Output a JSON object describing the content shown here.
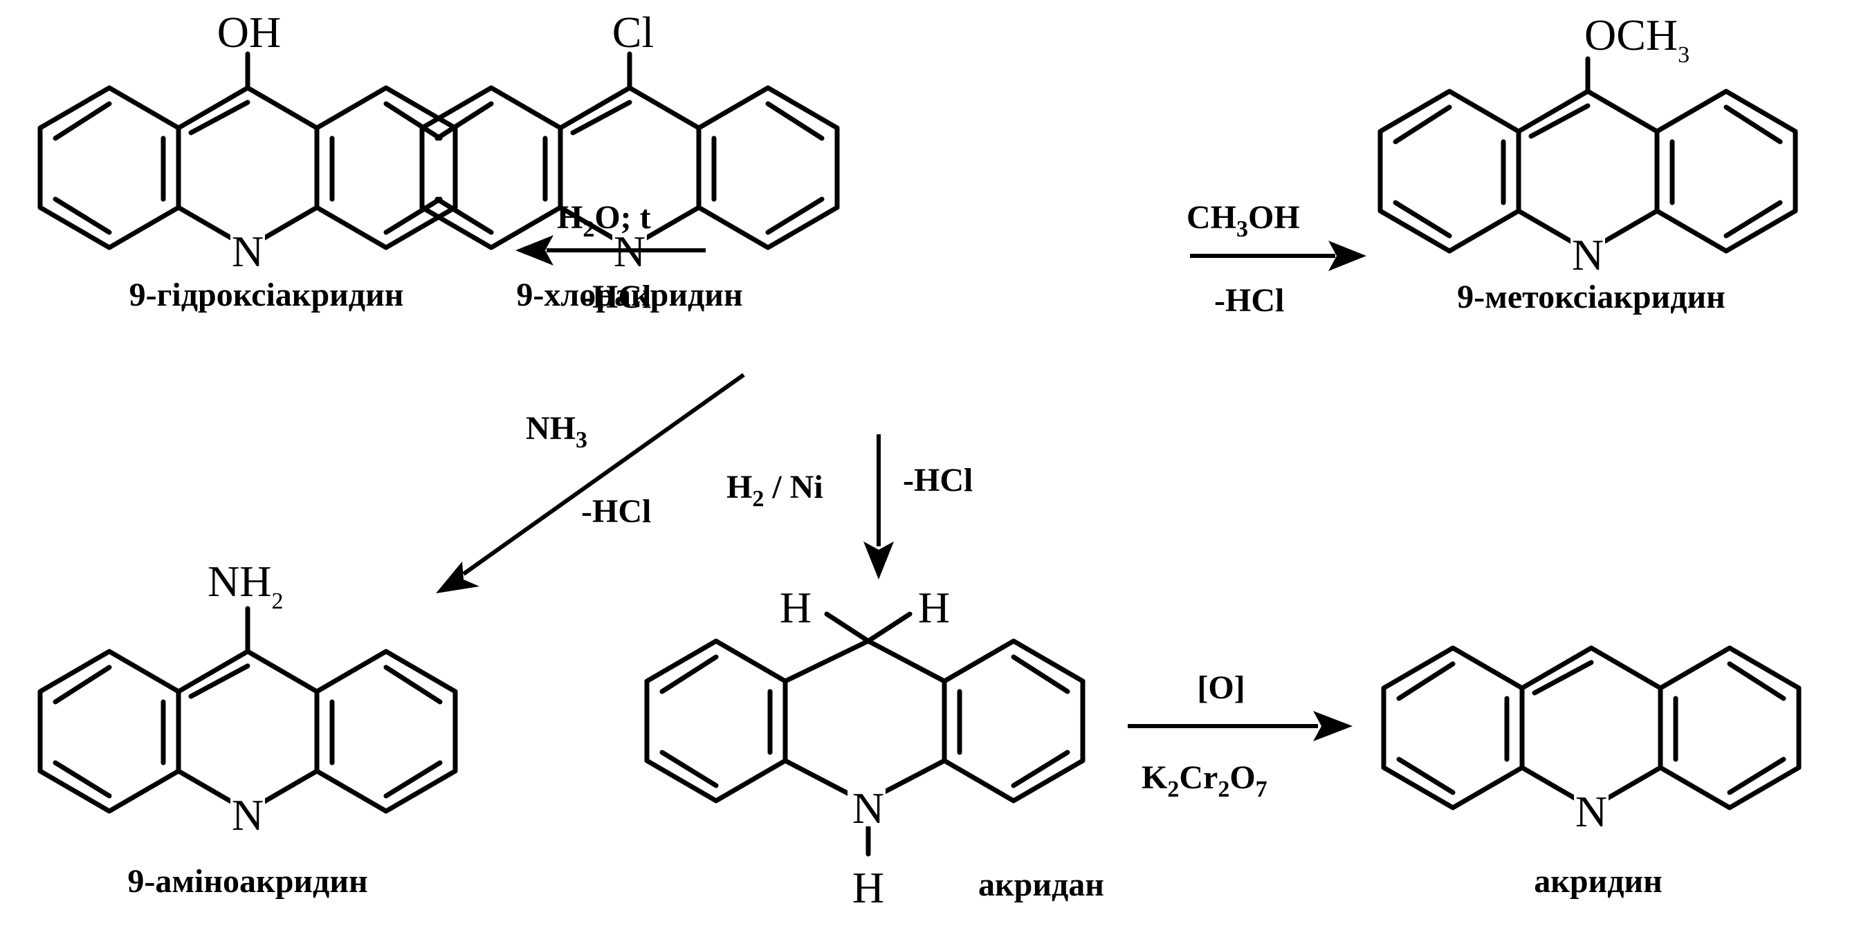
{
  "compounds": {
    "chloro": {
      "substituent": "Cl",
      "ring_atom": "N",
      "name": "9-хлоракридин"
    },
    "hydroxy": {
      "substituent": "OH",
      "ring_atom": "N",
      "name": "9-гідроксіакридин"
    },
    "methoxy": {
      "substituent_main": "OCH",
      "substituent_sub": "3",
      "ring_atom": "N",
      "name": "9-метоксіакридин"
    },
    "amino": {
      "substituent_main": "NH",
      "substituent_sub": "2",
      "ring_atom": "N",
      "name": "9-аміноакридин"
    },
    "acridan": {
      "h_left": "H",
      "h_right": "H",
      "ring_atom": "N",
      "nh": "H",
      "name": "акридан"
    },
    "acridine": {
      "ring_atom": "N",
      "name": "акридин"
    }
  },
  "reactions": {
    "hydrolysis": {
      "reagent_a": "H",
      "reagent_sub": "2",
      "reagent_b": "O; t",
      "byproduct": "-HCl"
    },
    "methanolysis": {
      "reagent_a": "CH",
      "reagent_sub": "3",
      "reagent_b": "OH",
      "byproduct": "-HCl"
    },
    "amination": {
      "reagent_a": "NH",
      "reagent_sub": "3",
      "byproduct": "-HCl"
    },
    "reduction": {
      "reagent_a": "H",
      "reagent_sub": "2",
      "reagent_b": " / Ni",
      "byproduct": "-HCl"
    },
    "oxidation": {
      "reagent": "[O]",
      "oxidant_k": "K",
      "oxidant_k_sub": "2",
      "oxidant_cr": "Cr",
      "oxidant_cr_sub": "2",
      "oxidant_o": "O",
      "oxidant_o_sub": "7"
    }
  }
}
